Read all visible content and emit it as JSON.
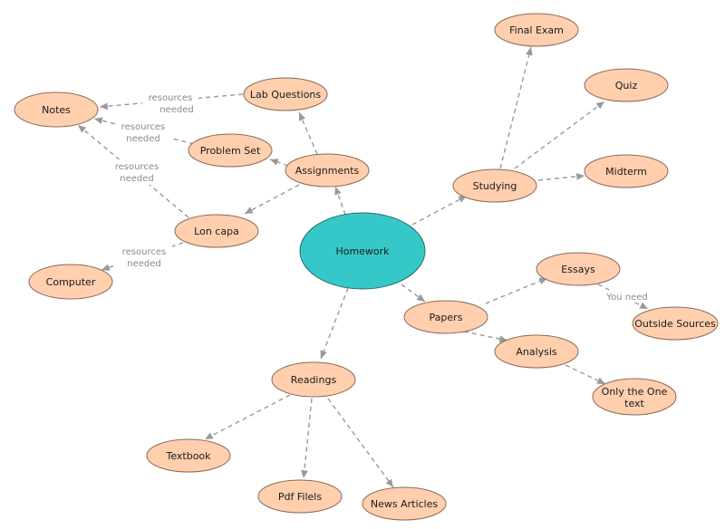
{
  "colors": {
    "node_fill": "#ffcfae",
    "node_stroke": "#8a6a56",
    "center_fill": "#36c8c8",
    "center_stroke": "#276b6b",
    "edge": "#999999"
  },
  "center": {
    "label": "Homework"
  },
  "nodes": {
    "final_exam": "Final Exam",
    "quiz": "Quiz",
    "midterm": "Midterm",
    "studying": "Studying",
    "essays": "Essays",
    "outside_sources": "Outside Sources",
    "papers": "Papers",
    "analysis": "Analysis",
    "only_one_text_line1": "Only the One",
    "only_one_text_line2": "text",
    "notes": "Notes",
    "lab_questions": "Lab Questions",
    "problem_set": "Problem Set",
    "assignments": "Assignments",
    "lon_capa": "Lon capa",
    "computer": "Computer",
    "readings": "Readings",
    "textbook": "Textbook",
    "pdf_files": "Pdf Filels",
    "news_articles": "News Articles"
  },
  "edge_labels": {
    "lab_to_notes_1": "resources",
    "lab_to_notes_2": "needed",
    "problem_to_notes_1": "resources",
    "problem_to_notes_2": "needed",
    "loncapa_to_notes_1": "resources",
    "loncapa_to_notes_2": "needed",
    "loncapa_to_computer_1": "resources",
    "loncapa_to_computer_2": "needed",
    "essays_to_sources": "You need"
  }
}
